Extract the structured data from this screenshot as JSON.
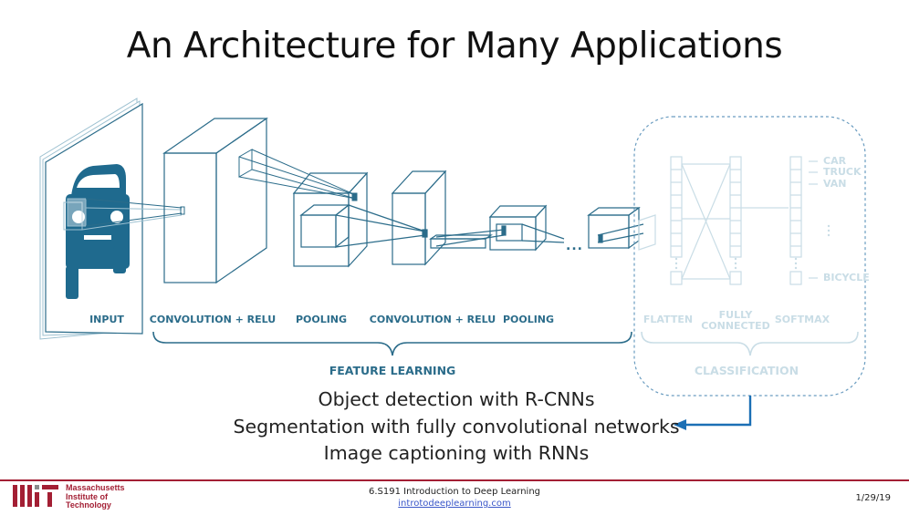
{
  "slide": {
    "title": "An Architecture for Many Applications",
    "course": "6.S191 Introduction to Deep Learning",
    "url": "introtodeeplearning.com",
    "date": "1/29/19"
  },
  "institution": {
    "line1": "Massachusetts",
    "line2": "Institute of",
    "line3": "Technology",
    "logo_icon": "mit-logo-icon"
  },
  "diagram": {
    "labels": {
      "input": "INPUT",
      "conv1": "CONVOLUTION + RELU",
      "pool1": "POOLING",
      "conv2": "CONVOLUTION + RELU",
      "pool2": "POOLING",
      "flatten": "FLATTEN",
      "fully_connected_1": "FULLY",
      "fully_connected_2": "CONNECTED",
      "softmax": "SOFTMAX",
      "feature_learning": "FEATURE LEARNING",
      "classification": "CLASSIFICATION",
      "ellipsis": "..."
    },
    "classes": [
      "CAR",
      "TRUCK",
      "VAN",
      "BICYCLE"
    ]
  },
  "applications": [
    "Object detection with R-CNNs",
    "Segmentation with fully convolutional networks",
    "Image captioning with RNNs"
  ],
  "colors": {
    "primary_blue": "#2b6c8a",
    "car_blue": "#1f6a8e",
    "faded_blue": "#c9dde6",
    "arrow_blue": "#1b6fb5",
    "mit_red": "#a31f34"
  }
}
